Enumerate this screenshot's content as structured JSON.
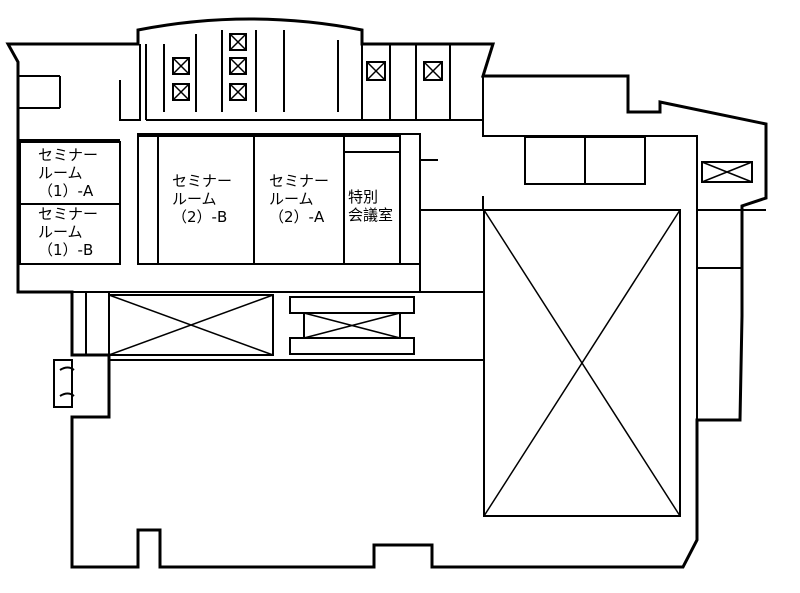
{
  "rooms": [
    {
      "id": "seminar-1a",
      "lines": [
        "セミナー",
        "ルーム",
        "（1）-A"
      ]
    },
    {
      "id": "seminar-1b",
      "lines": [
        "セミナー",
        "ルーム",
        "（1）-B"
      ]
    },
    {
      "id": "seminar-2b",
      "lines": [
        "セミナー",
        "ルーム",
        "（2）-B"
      ]
    },
    {
      "id": "seminar-2a",
      "lines": [
        "セミナー",
        "ルーム",
        "（2）-A"
      ]
    },
    {
      "id": "special-meeting-room",
      "lines": [
        "特別",
        "会議室"
      ]
    }
  ]
}
